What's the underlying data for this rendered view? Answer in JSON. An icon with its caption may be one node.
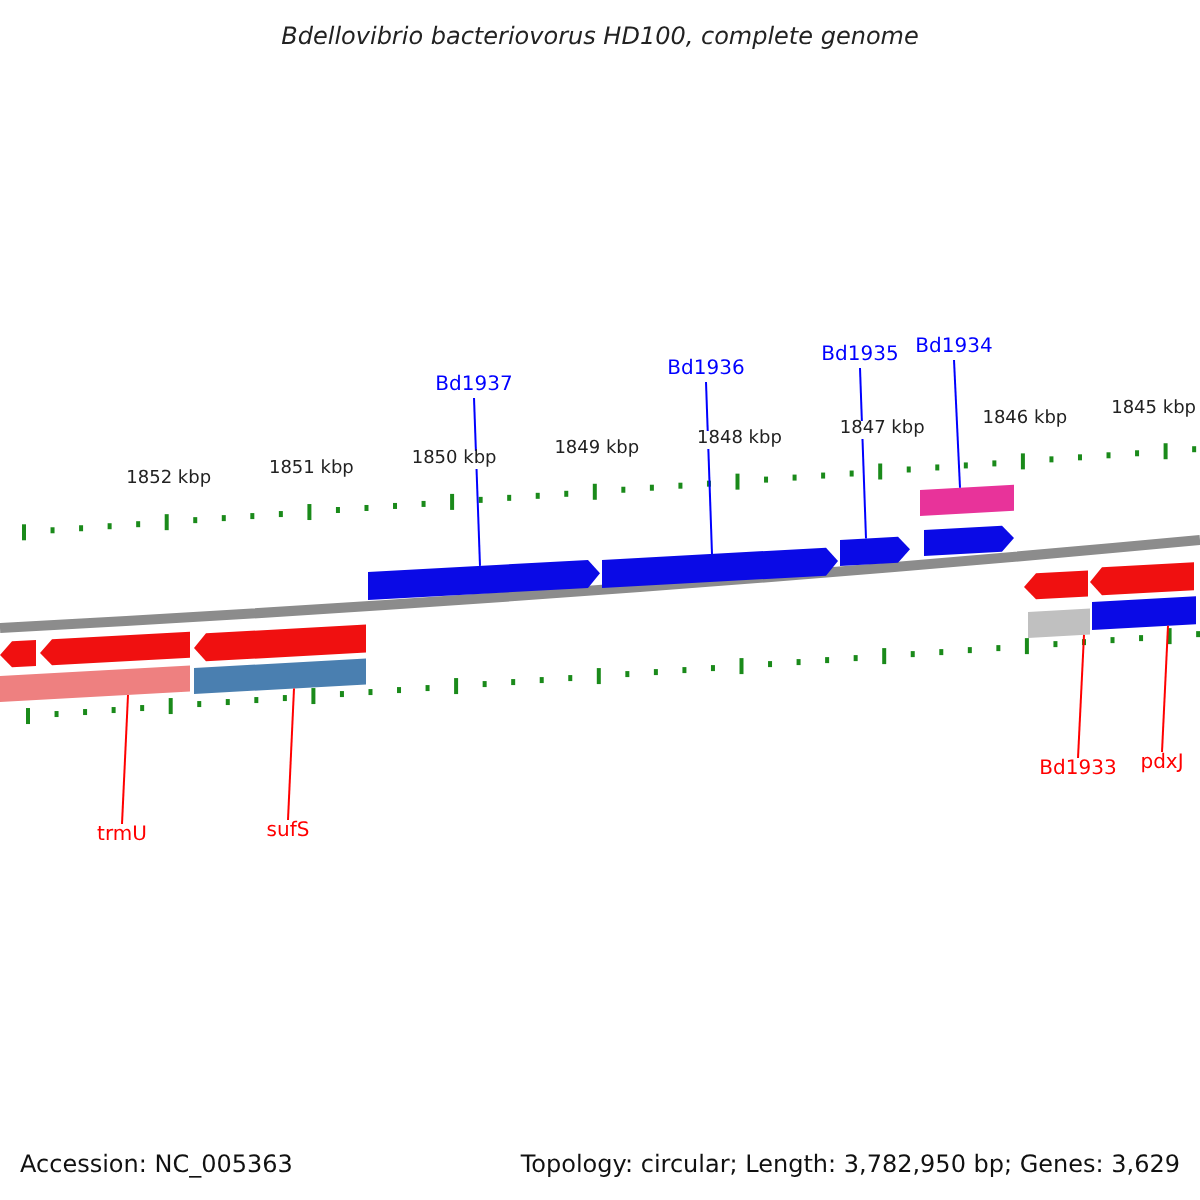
{
  "diagram": {
    "title": "Bdellovibrio bacteriovorus HD100, complete genome",
    "nodes": [
      {
        "text": [
          "Bd1937"
        ]
      },
      {
        "text": [
          "Bd1936"
        ]
      },
      {
        "text": [
          "Bd1935"
        ]
      },
      {
        "text": [
          "Bd1934"
        ]
      },
      {
        "text": [],
        "shape": "bar"
      },
      {
        "text": [],
        "shape": "block"
      },
      {
        "text": [],
        "shape": "block"
      },
      {
        "text": [],
        "shape": "block"
      },
      {
        "text": [],
        "shape": "block"
      },
      {
        "text": [],
        "shape": "block"
      },
      {
        "text": [],
        "shape": "block"
      },
      {
        "text": [],
        "shape": "block"
      },
      {
        "text": [],
        "shape": "block"
      },
      {
        "text": [],
        "shape": "block"
      },
      {
        "text": [],
        "shape": "bar"
      },
      {
        "text": [],
        "shape": "bar"
      },
      {
        "text": [],
        "shape": "bar"
      },
      {
        "text": [],
        "shape": "bar"
      },
      {
        "text": [
          "trmU"
        ]
      },
      {
        "text": [
          "sufS"
        ]
      },
      {
        "text": [
          "Bd1933"
        ]
      },
      {
        "text": [
          "pdxJ"
        ]
      }
    ],
    "edges": [
      {
        "from": 0,
        "to": 5,
        "arrow": "none",
        "color": "#0000ff"
      },
      {
        "from": 1,
        "to": 6,
        "arrow": "none",
        "color": "#0000ff"
      },
      {
        "from": 2,
        "to": 7,
        "arrow": "none",
        "color": "#0000ff"
      },
      {
        "from": 3,
        "to": 4,
        "arrow": "none",
        "color": "#0000ff"
      },
      {
        "from": 18,
        "to": 14,
        "arrow": "none",
        "color": "#ff0000"
      },
      {
        "from": 19,
        "to": 15,
        "arrow": "none",
        "color": "#ff0000"
      },
      {
        "from": 20,
        "to": 16,
        "arrow": "none",
        "color": "#ff0000"
      },
      {
        "from": 21,
        "to": 17,
        "arrow": "none",
        "color": "#ff0000"
      }
    ],
    "labels": [
      "1852 kbp",
      "1851 kbp",
      "1850 kbp",
      "1849 kbp",
      "1848 kbp",
      "1847 kbp",
      "1846 kbp",
      "1845 kbp",
      "Accession: NC_005363",
      "Topology: circular; Length: 3,782,950 bp; Genes: 3,629"
    ]
  }
}
